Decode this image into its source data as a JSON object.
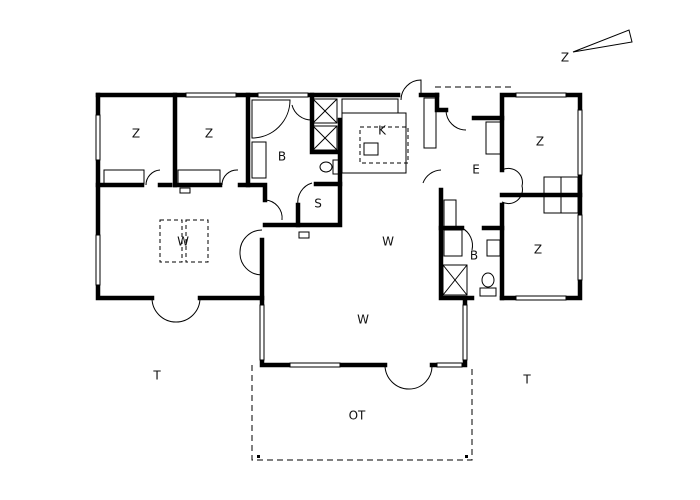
{
  "compass": {
    "north_label": "Z"
  },
  "rooms": {
    "bedroom_1": "Z",
    "bedroom_2": "Z",
    "bathroom_1": "B",
    "kitchen": "K",
    "storage": "S",
    "living_left": "W",
    "living_center": "W",
    "living_lower": "W",
    "entrance": "E",
    "bedroom_3": "Z",
    "bedroom_4": "Z",
    "bathroom_2": "B"
  },
  "outdoor": {
    "terrace_left": "T",
    "terrace_right": "T",
    "covered_terrace": "OT"
  }
}
